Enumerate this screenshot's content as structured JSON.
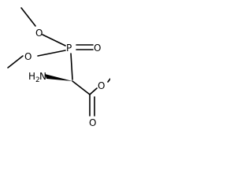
{
  "molecule": {
    "atoms": {
      "P": "P",
      "O_phosphoryl": "O",
      "O_methoxy_1": "O",
      "O_methoxy_2": "O",
      "N_prefix": "H",
      "N_subscript": "2",
      "N_symbol": "N",
      "O_carbonyl": "O",
      "O_ester": "O"
    }
  },
  "colors": {
    "bond": "#000000",
    "label": "#000000",
    "background": "#ffffff"
  }
}
